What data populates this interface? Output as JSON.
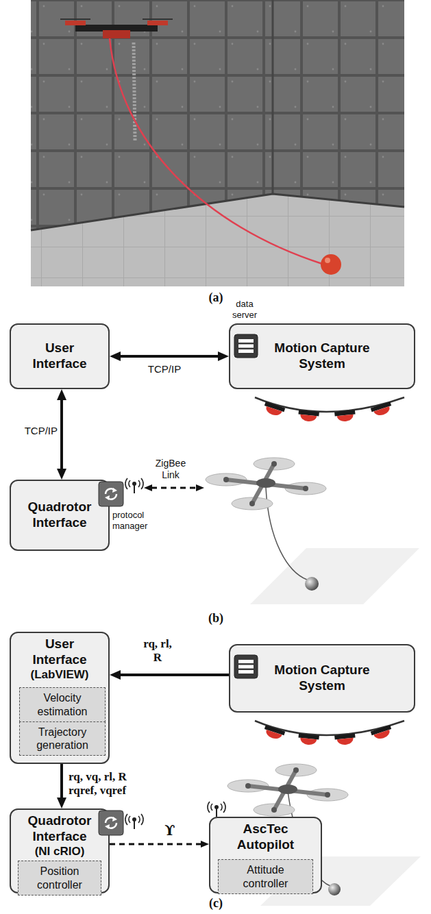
{
  "diagram": {
    "nodes": [
      {
        "text": [
          "User Interface"
        ]
      },
      {
        "text": [
          "Motion Capture System"
        ]
      },
      {
        "text": [
          "Quadrotor Interface"
        ]
      },
      {
        "text": [
          "User Interface",
          "(LabVIEW)"
        ]
      },
      {
        "text": [
          "Velocity estimation"
        ],
        "in": 3
      },
      {
        "text": [
          "Trajectory generation"
        ],
        "in": 3
      },
      {
        "text": [
          "Motion Capture System"
        ]
      },
      {
        "text": [
          "Quadrotor Interface",
          "(NI cRIO)"
        ]
      },
      {
        "text": [
          "Position controller"
        ],
        "in": 7
      },
      {
        "text": [
          "AscTec Autopilot"
        ]
      },
      {
        "text": [
          "Attitude controller"
        ],
        "in": 9
      }
    ],
    "edges": [
      {
        "from": 0,
        "to": 1,
        "arrow": "both",
        "label": "TCP/IP"
      },
      {
        "from": 0,
        "to": 2,
        "arrow": "both",
        "label": "TCP/IP"
      },
      {
        "from": 6,
        "to": 3,
        "arrow": "to",
        "label": "rq, rl, R"
      },
      {
        "from": 3,
        "to": 7,
        "arrow": "to",
        "label": "rq, vq, rl, R rqref, vqref"
      },
      {
        "from": 7,
        "to": 9,
        "arrow": "to",
        "label": "ϒ"
      }
    ],
    "labels": [
      "(a)",
      "data server",
      "ZigBee Link",
      "protocol manager",
      "(b)",
      "(c)"
    ]
  }
}
